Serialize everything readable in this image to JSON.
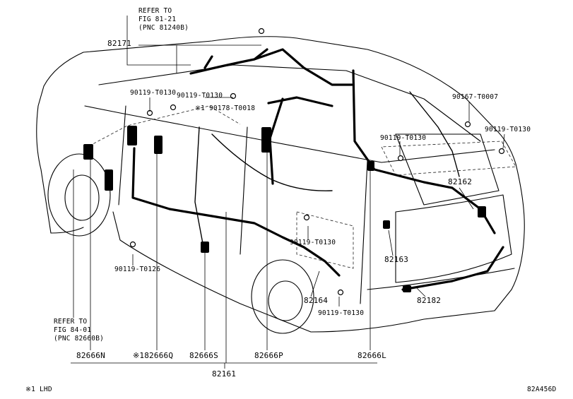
{
  "diagram": {
    "code": "82A456D",
    "footnote": "※1 LHD",
    "refer_top": {
      "line1": "REFER TO",
      "line2": "FIG 81-21",
      "line3": "(PNC 81240B)"
    },
    "refer_bottom": {
      "line1": "REFER TO",
      "line2": "FIG 84-01",
      "line3": "(PNC 82660B)"
    },
    "parts": {
      "p82171": "82171",
      "p90119_a": "90119-T0130",
      "p90119_b": "90119-T0130",
      "p90178": "※1 90178-T0018",
      "p90167": "90167-T0007",
      "p90119_c": "90119-T0130",
      "p90119_d": "90119-T0130",
      "p82162": "82162",
      "p90119_e": "90119-T0130",
      "p82163": "82163",
      "p90119_f": "90119-T0126",
      "p82164": "82164",
      "p82182": "82182",
      "p90119_g": "90119-T0130",
      "p82666N": "82666N",
      "p82666Q": "※182666Q",
      "p82666S": "82666S",
      "p82666P": "82666P",
      "p82666L": "82666L",
      "p82161": "82161"
    }
  }
}
